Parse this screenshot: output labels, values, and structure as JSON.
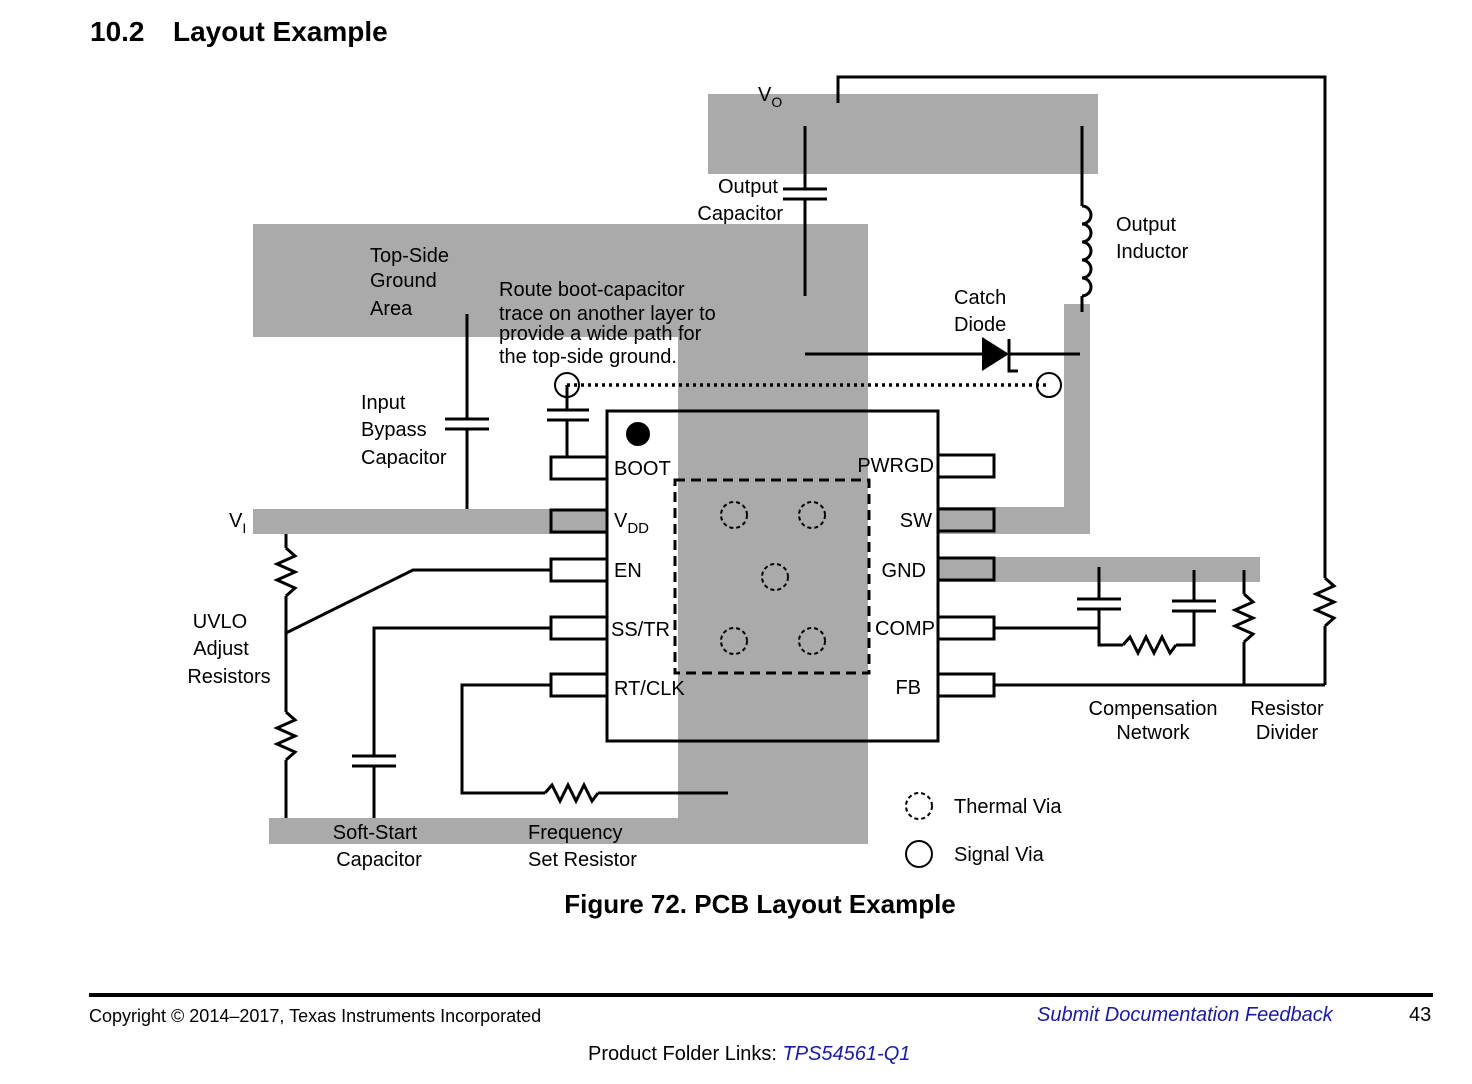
{
  "section": {
    "number": "10.2",
    "title": "Layout Example"
  },
  "figure": {
    "caption": "Figure 72.  PCB Layout Example",
    "labels": {
      "vo": "V",
      "vo_sub": "O",
      "vi": "V",
      "vi_sub": "I",
      "output_capacitor_1": "Output",
      "output_capacitor_2": "Capacitor",
      "output_inductor_1": "Output",
      "output_inductor_2": "Inductor",
      "catch_diode_1": "Catch",
      "catch_diode_2": "Diode",
      "topside_ground_1": "Top-Side",
      "topside_ground_2": "Ground",
      "topside_ground_3": "Area",
      "route_note_1": "Route boot-capacitor",
      "route_note_2": "trace on another layer to",
      "route_note_3": "provide a wide path for",
      "route_note_4": "the top-side ground.",
      "input_bypass_1": "Input",
      "input_bypass_2": "Bypass",
      "input_bypass_3": "Capacitor",
      "uvlo_1": "UVLO",
      "uvlo_2": "Adjust",
      "uvlo_3": "Resistors",
      "softstart_1": "Soft-Start",
      "softstart_2": "Capacitor",
      "freq_1": "Frequency",
      "freq_2": "Set Resistor",
      "comp_net_1": "Compensation",
      "comp_net_2": "Network",
      "res_div_1": "Resistor",
      "res_div_2": "Divider",
      "thermal_via": "Thermal Via",
      "signal_via": "Signal Via"
    },
    "pins": {
      "boot": "BOOT",
      "vdd": "V",
      "vdd_sub": "DD",
      "en": "EN",
      "sstr": "SS/TR",
      "rtclk": "RT/CLK",
      "pwrgd": "PWRGD",
      "sw": "SW",
      "gnd": "GND",
      "comp": "COMP",
      "fb": "FB"
    }
  },
  "footer": {
    "copyright": "Copyright © 2014–2017, Texas Instruments Incorporated",
    "feedback": "Submit Documentation Feedback",
    "page": "43",
    "folder_label": "Product Folder Links: ",
    "folder_link": "TPS54561-Q1"
  }
}
